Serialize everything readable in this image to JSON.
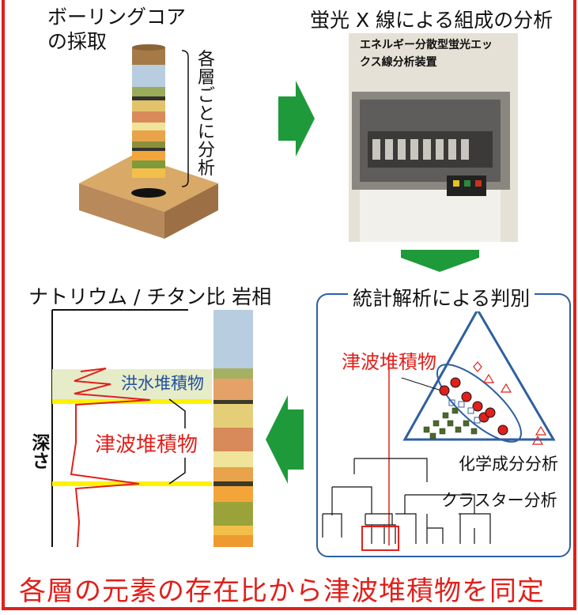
{
  "panels": {
    "core": {
      "title_line1": "ボーリングコア",
      "title_line2": "の採取",
      "layer_label": "各層ごとに分析"
    },
    "xrf": {
      "title": "蛍光 X 線による組成の分析",
      "photo_label": "エネルギー分散型蛍光エックス線分析装置"
    },
    "ratio": {
      "title": "ナトリウム / チタン比 岩相",
      "flood_label": "洪水堆積物",
      "tsunami_label": "津波堆積物",
      "depth_label": "深さ"
    },
    "stats": {
      "title": "統計解析による判別",
      "tsunami_label": "津波堆積物",
      "chemical_label": "化学成分分析",
      "cluster_label": "クラスター分析"
    }
  },
  "bottom_caption": "各層の元素の存在比から津波堆積物を同定",
  "colors": {
    "frame": "#e0201b",
    "arrow": "#1f9a3a",
    "accent_red": "#e0201b",
    "flood_blue": "#1f4fa0",
    "stat_box": "#2e5fa0"
  }
}
